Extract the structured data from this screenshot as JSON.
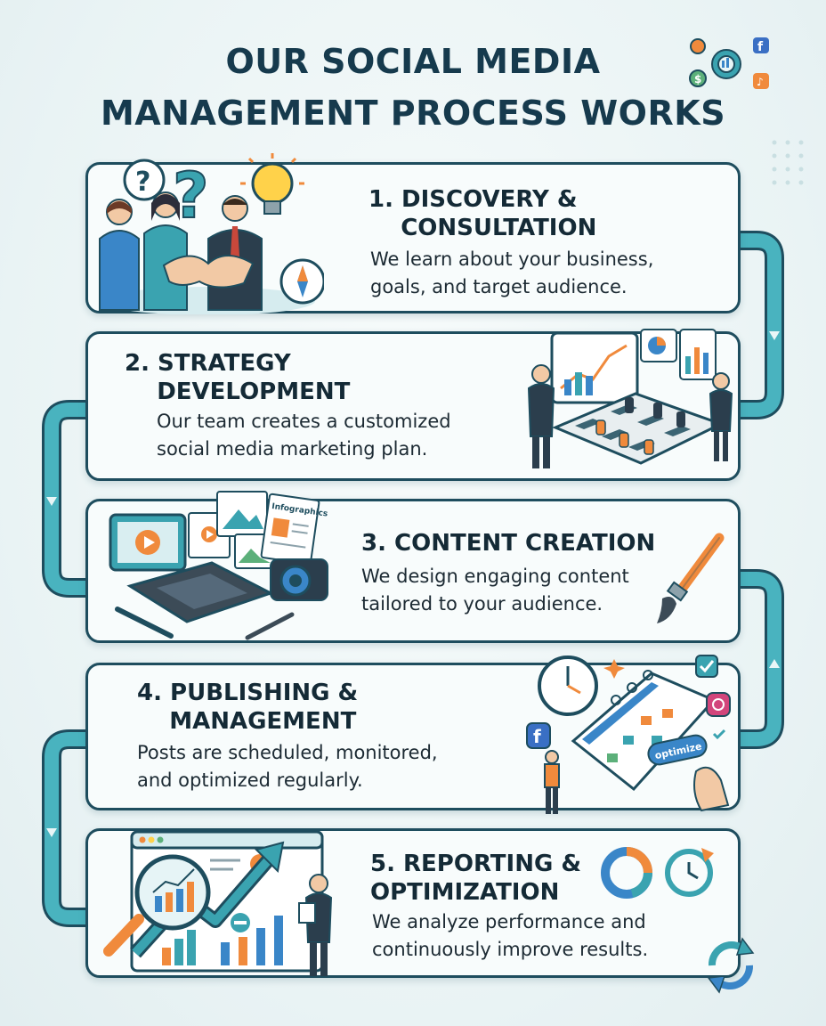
{
  "title": {
    "line1": "OUR SOCIAL MEDIA",
    "line2": "MANAGEMENT PROCESS WORKS"
  },
  "steps": [
    {
      "title": "1. DISCOVERY &\n    CONSULTATION",
      "desc": "We learn about your business,\ngoals, and target audience."
    },
    {
      "title": "2. STRATEGY\n    DEVELOPMENT",
      "desc": "Our team creates a customized\nsocial media marketing plan."
    },
    {
      "title": "3. CONTENT CREATION",
      "desc": "We design engaging content\ntailored to your audience."
    },
    {
      "title": "4. PUBLISHING &\n    MANAGEMENT",
      "desc": "Posts are scheduled, monitored,\nand optimized regularly."
    },
    {
      "title": "5. REPORTING &\nOPTIMIZATION",
      "desc": "We analyze performance and\ncontinuously improve results."
    }
  ],
  "labels": {
    "infographics": "Infographics",
    "optimize": "optimize"
  },
  "icons": [
    "gear-icon",
    "facebook-icon",
    "tiktok-icon",
    "dollar-icon",
    "question-mark-icon",
    "lightbulb-icon",
    "handshake-icon",
    "compass-icon",
    "chess-board-icon",
    "video-play-icon",
    "camera-icon",
    "paintbrush-icon",
    "clock-icon",
    "calendar-icon",
    "instagram-icon",
    "checkmark-icon",
    "magnifier-icon",
    "growth-arrow-icon",
    "donut-chart-icon",
    "refresh-clock-icon",
    "recycle-arrows-icon"
  ],
  "colors": {
    "title": "#163a4d",
    "card_border": "#1e4d5e",
    "connector": "#3aa3b0",
    "accent_orange": "#f08a3c",
    "accent_blue": "#3a86c8"
  }
}
